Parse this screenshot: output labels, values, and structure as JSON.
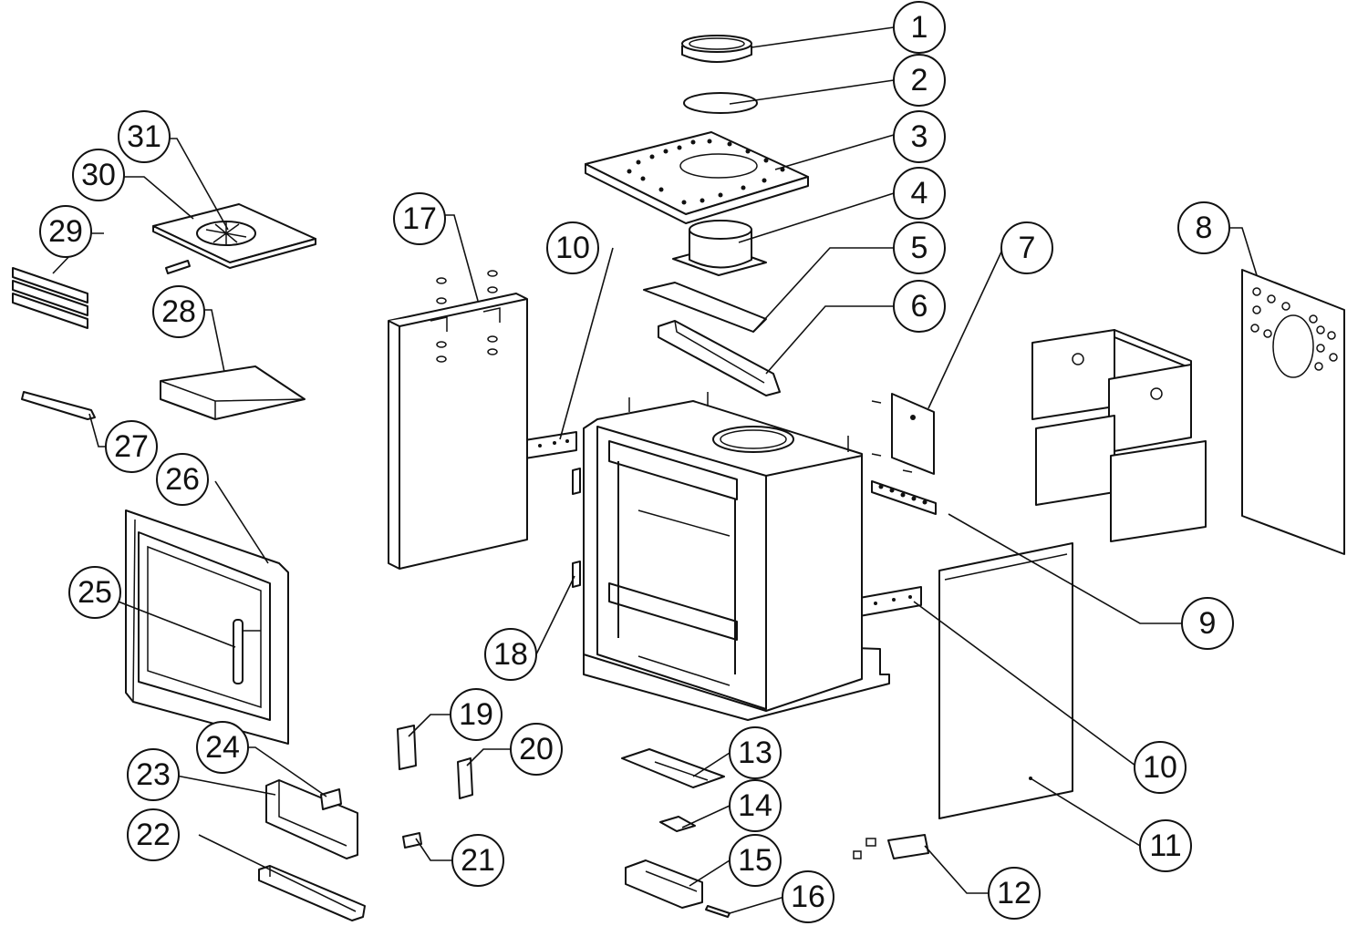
{
  "callouts": [
    {
      "id": "c1",
      "label": "1"
    },
    {
      "id": "c2",
      "label": "2"
    },
    {
      "id": "c3",
      "label": "3"
    },
    {
      "id": "c4",
      "label": "4"
    },
    {
      "id": "c5",
      "label": "5"
    },
    {
      "id": "c6",
      "label": "6"
    },
    {
      "id": "c7",
      "label": "7"
    },
    {
      "id": "c8",
      "label": "8"
    },
    {
      "id": "c9",
      "label": "9"
    },
    {
      "id": "c10a",
      "label": "10"
    },
    {
      "id": "c10b",
      "label": "10"
    },
    {
      "id": "c11",
      "label": "11"
    },
    {
      "id": "c12",
      "label": "12"
    },
    {
      "id": "c13",
      "label": "13"
    },
    {
      "id": "c14",
      "label": "14"
    },
    {
      "id": "c15",
      "label": "15"
    },
    {
      "id": "c16",
      "label": "16"
    },
    {
      "id": "c17",
      "label": "17"
    },
    {
      "id": "c18",
      "label": "18"
    },
    {
      "id": "c19",
      "label": "19"
    },
    {
      "id": "c20",
      "label": "20"
    },
    {
      "id": "c21",
      "label": "21"
    },
    {
      "id": "c22",
      "label": "22"
    },
    {
      "id": "c23",
      "label": "23"
    },
    {
      "id": "c24",
      "label": "24"
    },
    {
      "id": "c25",
      "label": "25"
    },
    {
      "id": "c26",
      "label": "26"
    },
    {
      "id": "c27",
      "label": "27"
    },
    {
      "id": "c28",
      "label": "28"
    },
    {
      "id": "c29",
      "label": "29"
    },
    {
      "id": "c30",
      "label": "30"
    },
    {
      "id": "c31",
      "label": "31"
    }
  ],
  "colors": {
    "line": "#111111",
    "background": "#ffffff"
  }
}
